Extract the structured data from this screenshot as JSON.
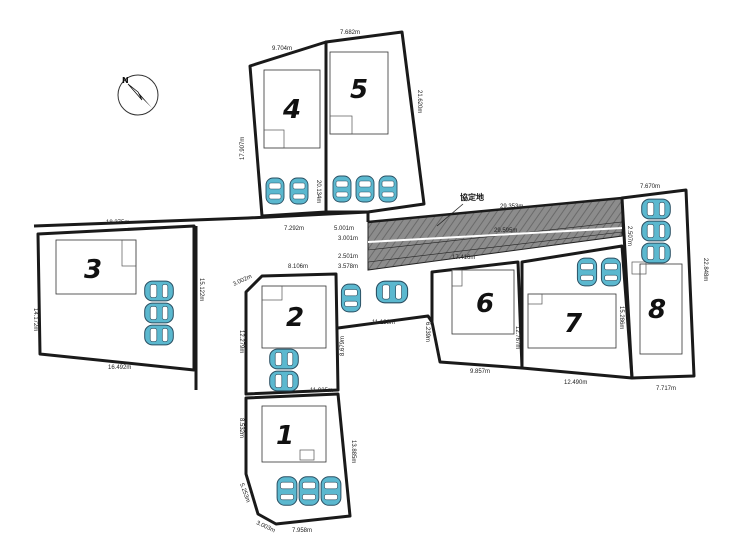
{
  "colors": {
    "boundary": "#1a1a1a",
    "car": "#5bb8cf",
    "road_hatch": "#7a7a7a"
  },
  "compass": {
    "label": "N",
    "icon": "north-arrow-icon"
  },
  "agreement_road": {
    "label": "協定地",
    "length_top": "29.353m",
    "length_mid": "29.595m",
    "length_bottom": "17.416m"
  },
  "lots": [
    {
      "number": "1",
      "dims": [
        "8.532m",
        "13.885m",
        "5.253m",
        "3.003m",
        "7.958m"
      ]
    },
    {
      "number": "2",
      "dims": [
        "3.002m",
        "8.106m",
        "12.279m",
        "11.025m",
        "8.679m"
      ]
    },
    {
      "number": "3",
      "dims": [
        "18.375m",
        "14.172m",
        "16.492m",
        "15.122m"
      ]
    },
    {
      "number": "4",
      "dims": [
        "9.704m",
        "17.907m",
        "20.134m",
        "7.292m"
      ]
    },
    {
      "number": "5",
      "dims": [
        "7.682m",
        "21.620m",
        "5.001m"
      ]
    },
    {
      "number": "6",
      "dims": [
        "11.128m",
        "6.239m",
        "12.767m",
        "9.857m"
      ]
    },
    {
      "number": "7",
      "dims": [
        "12.490m",
        "15.286m"
      ]
    },
    {
      "number": "8",
      "dims": [
        "7.670m",
        "22.848m",
        "2.507m",
        "7.717m"
      ]
    }
  ],
  "road_dims": [
    "3.001m",
    "2.501m",
    "3.578m"
  ]
}
